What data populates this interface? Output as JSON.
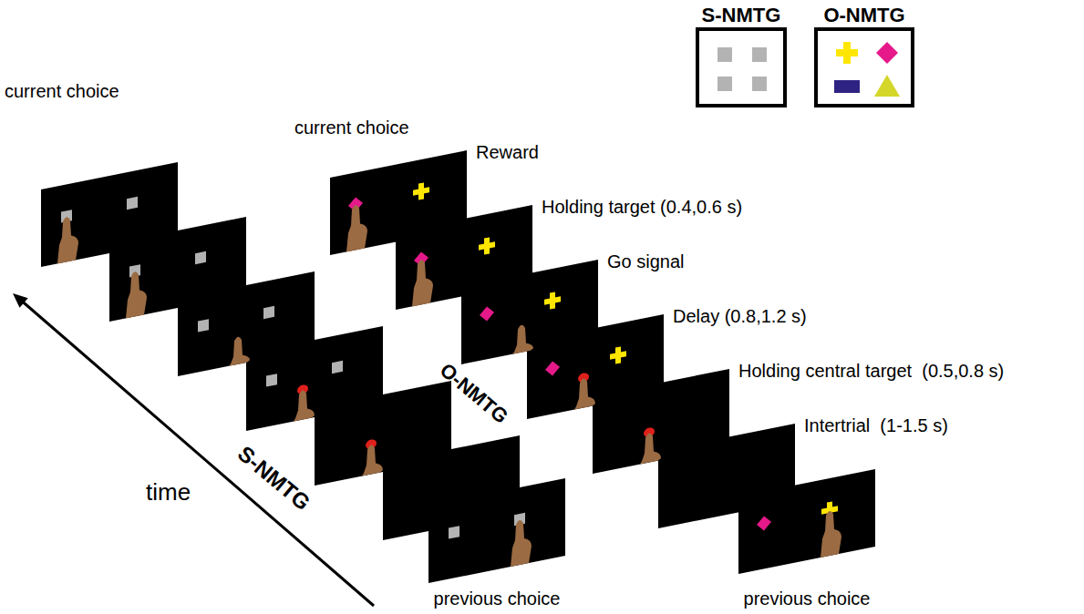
{
  "diagram": {
    "nodes": [
      {
        "text": [
          "S-NMTG"
        ]
      },
      {
        "text": [
          "O-NMTG"
        ]
      }
    ],
    "labels": [
      "current choice",
      "current choice",
      "Reward",
      "Holding target (0.4,0.6 s)",
      "Go signal",
      "Delay (0.8,1.2 s)",
      "Holding central target  (0.5,0.8 s)",
      "Intertrial  (1-1.5 s)",
      "S-NMTG",
      "O-NMTG",
      "time",
      "previous choice",
      "previous choice"
    ]
  }
}
